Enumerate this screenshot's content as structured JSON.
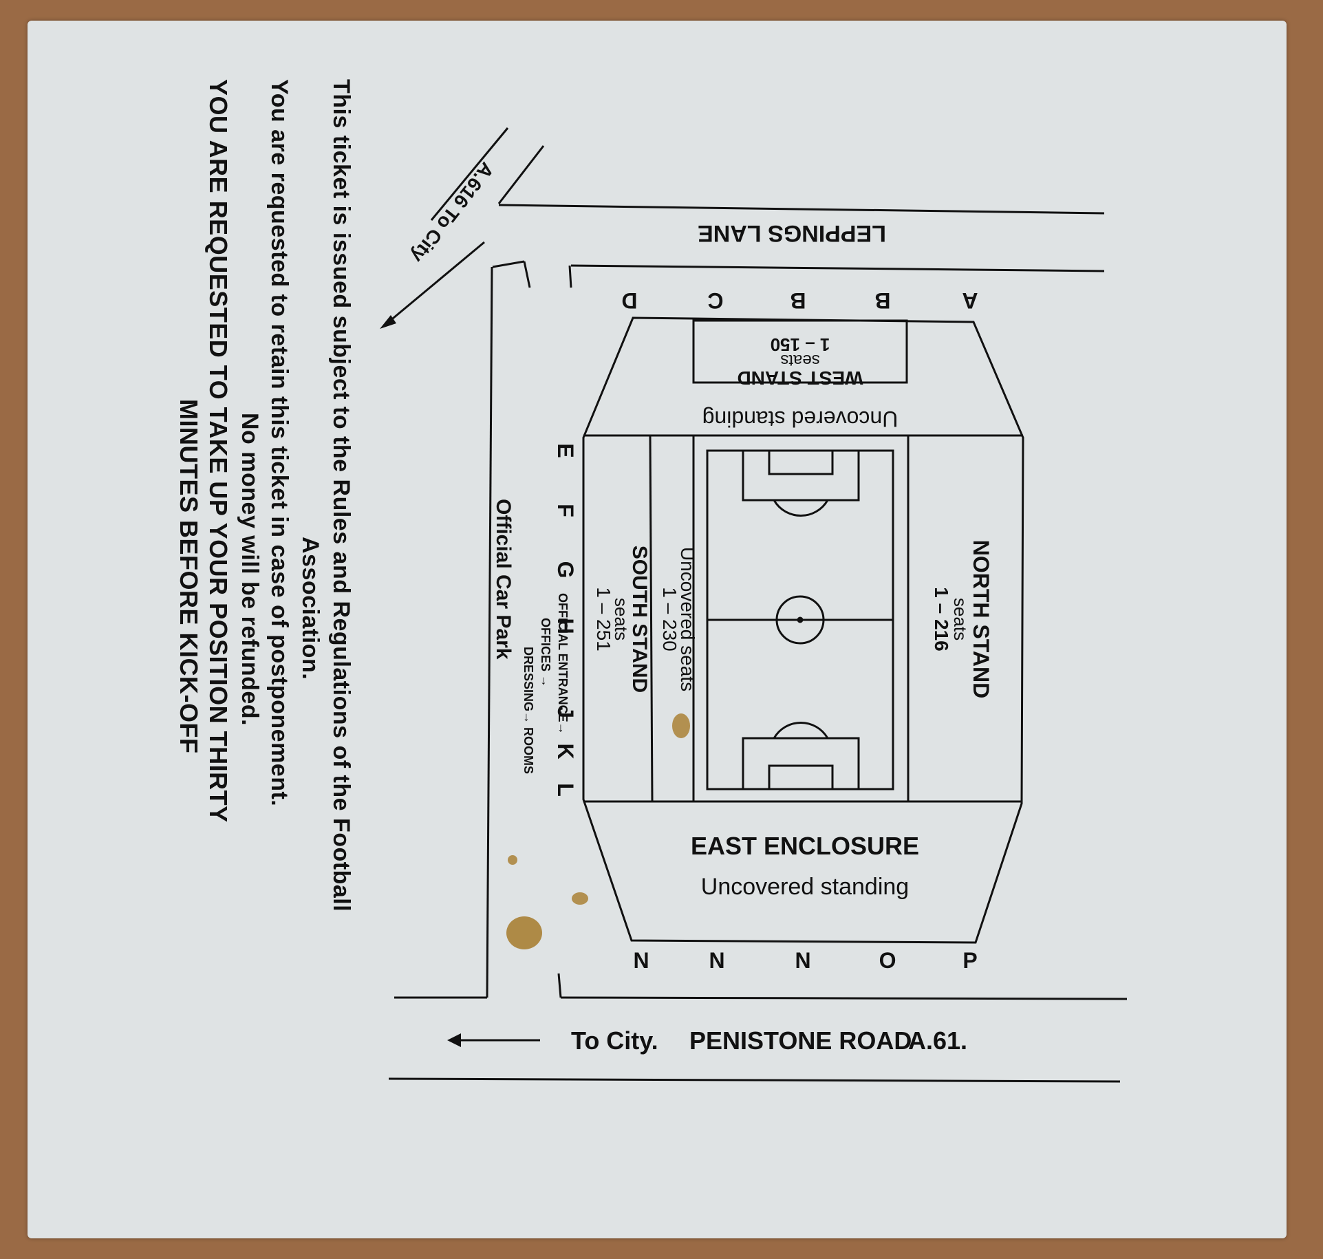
{
  "notice": {
    "line1": "This ticket is issued subject to the Rules and Regulations of the Football",
    "line2": "Association.",
    "line3": "You are requested to retain this ticket in case of postponement.",
    "line4": "No money will be refunded.",
    "line5": "YOU ARE REQUESTED TO TAKE UP YOUR POSITION THIRTY",
    "line6": "MINUTES BEFORE KICK-OFF"
  },
  "roads": {
    "leppings": "LEPPINGS LANE",
    "a616": "A.616 To City",
    "to_city": "To City.",
    "penistone": "PENISTONE ROAD",
    "a61": "A.61."
  },
  "west_stand": {
    "name": "WEST STAND",
    "seats": "seats",
    "range": "1 – 150",
    "terrace": "Uncovered standing"
  },
  "north_stand": {
    "name": "NORTH STAND",
    "seats": "seats",
    "range": "1 – 216"
  },
  "south_stand": {
    "name": "SOUTH STAND",
    "seats": "seats",
    "range": "1 – 251"
  },
  "south_uncovered": {
    "name": "Uncovered seats",
    "range": "1 – 230"
  },
  "east_enclosure": {
    "name": "EAST ENCLOSURE",
    "terrace": "Uncovered standing"
  },
  "gates_west": [
    "A",
    "B",
    "B",
    "C",
    "D"
  ],
  "gates_south_1": [
    "E",
    "F",
    "G",
    "H"
  ],
  "gates_south_2": [
    "J",
    "K",
    "L"
  ],
  "gates_east": [
    "N",
    "N",
    "N",
    "O",
    "P"
  ],
  "facilities": {
    "entrance": "OFFICIAL ENTRANCE→",
    "offices": "OFFICES →",
    "dressing": "DRESSING→ ROOMS",
    "car_park": "Official Car Park"
  },
  "colors": {
    "paper": "#dfe3e4",
    "ink": "#111111",
    "background": "#9a6a45"
  }
}
